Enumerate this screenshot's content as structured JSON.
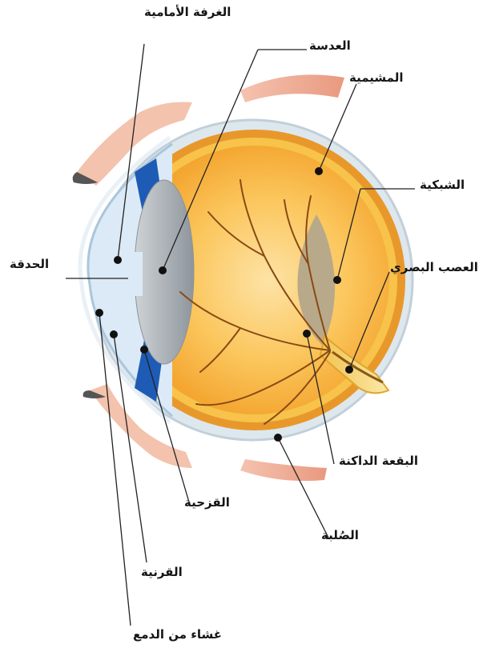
{
  "labels": {
    "anterior_chamber": "الغرفة الأمامية",
    "lens": "العدسة",
    "choroid": "المشيمية",
    "retina": "الشبكية",
    "pupil": "الحدقة",
    "optic_nerve": "العصب البصري",
    "blind_spot": "البقعة الداكنة",
    "iris": "القزحية",
    "sclera": "الصُلبة",
    "cornea": "القرنية",
    "tear_film": "غشاء من الدمع"
  }
}
